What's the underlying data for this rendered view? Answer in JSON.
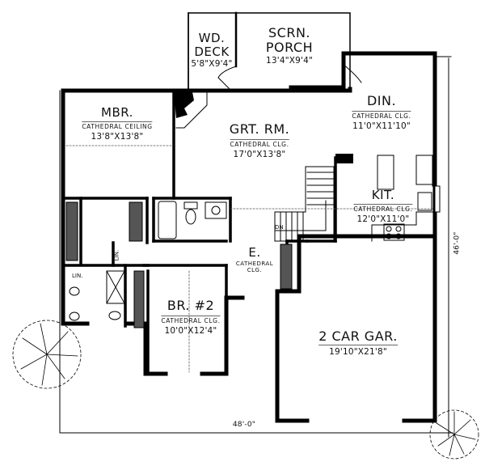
{
  "plan": {
    "rooms": [
      {
        "id": "wd-deck",
        "name_line1": "WD.",
        "name_line2": "DECK",
        "size": "5'8\"X9'4\""
      },
      {
        "id": "scrn-porch",
        "name_line1": "SCRN.",
        "name_line2": "PORCH",
        "size": "13'4\"X9'4\""
      },
      {
        "id": "mbr",
        "name": "MBR.",
        "ceiling": "CATHEDRAL CEILING",
        "size": "13'8\"X13'8\""
      },
      {
        "id": "grt-rm",
        "name": "GRT. RM.",
        "ceiling": "CATHEDRAL CLG.",
        "size": "17'0\"X13'8\""
      },
      {
        "id": "din",
        "name": "DIN.",
        "ceiling": "CATHEDRAL CLG.",
        "size": "11'0\"X11'10\""
      },
      {
        "id": "kit",
        "name": "KIT.",
        "ceiling": "CATHEDRAL CLG.",
        "size": "12'0\"X11'0\""
      },
      {
        "id": "entry",
        "name": "E.",
        "ceiling_line1": "CATHEDRAL",
        "ceiling_line2": "CLG."
      },
      {
        "id": "br2",
        "name": "BR. #2",
        "ceiling": "CATHEDRAL CLG.",
        "size": "10'0\"X12'4\""
      },
      {
        "id": "garage",
        "name": "2 CAR GAR.",
        "size": "19'10\"X21'8\""
      }
    ],
    "annotations": {
      "linen_1": "LIN.",
      "linen_2": "LIN.",
      "stair_down": "DN"
    },
    "dimensions": {
      "width": "48'-0\"",
      "depth": "46'-0\""
    },
    "colors": {
      "wall": "#000000",
      "line": "#222222",
      "background": "#ffffff"
    }
  }
}
